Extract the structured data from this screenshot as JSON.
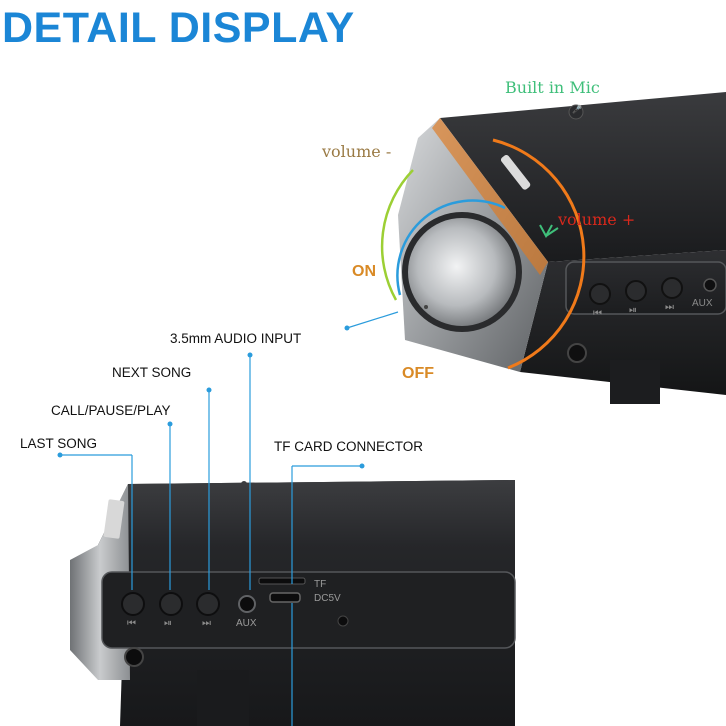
{
  "title": "DETAIL DISPLAY",
  "top_view": {
    "built_in_mic": "Built in Mic",
    "volume_minus": "volume -",
    "volume_plus": "volume +",
    "on": "ON",
    "off": "OFF",
    "aux": "AUX"
  },
  "bottom_view": {
    "audio_input": "3.5mm AUDIO INPUT",
    "next_song": "NEXT SONG",
    "call_pause_play": "CALL/PAUSE/PLAY",
    "last_song": "LAST SONG",
    "tf_card_connector": "TF CARD CONNECTOR",
    "aux": "AUX",
    "tf": "TF",
    "dc5v": "DC5V"
  },
  "colors": {
    "title_blue": "#1b86d6",
    "mic_green": "#3fbf7a",
    "volume_brown": "#9a7a44",
    "volume_red": "#d8281c",
    "on_orange": "#d98a26",
    "arc_orange": "#f07a1a",
    "arc_blue": "#2b9cdc",
    "arc_green": "#9ccf34",
    "callout_blue": "#2b9cdc"
  }
}
